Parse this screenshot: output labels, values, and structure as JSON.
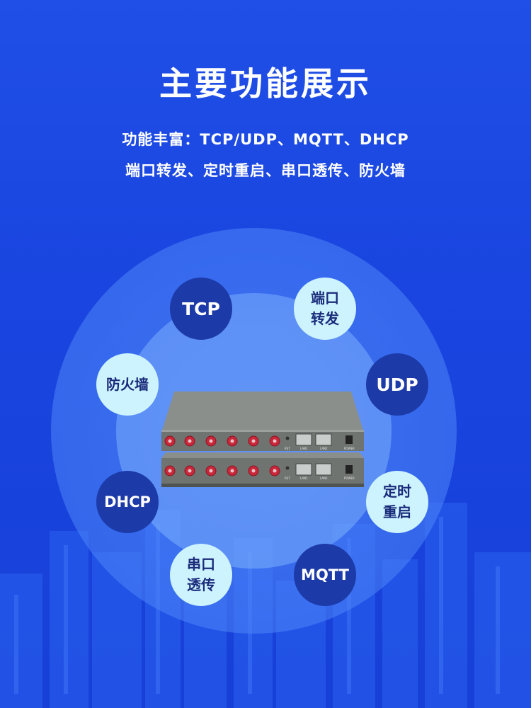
{
  "headline": "主要功能展示",
  "subtitle_line1": "功能丰富：TCP/UDP、MQTT、DHCP",
  "subtitle_line2": "端口转发、定时重启、串口透传、防火墙",
  "bubbles": {
    "tcp": "TCP",
    "port_forward_1": "端口",
    "port_forward_2": "转发",
    "firewall": "防火墙",
    "udp": "UDP",
    "dhcp": "DHCP",
    "timed_restart_1": "定时",
    "timed_restart_2": "重启",
    "serial_1": "串口",
    "serial_2": "透传",
    "mqtt": "MQTT"
  },
  "device": {
    "rst_label": "RST",
    "lan1_label": "LAN1",
    "lan2_label": "LAN2",
    "power_label": "POWER"
  },
  "colors": {
    "background": "#1f4fe6",
    "dark_bubble": "#1c3aa8",
    "light_bubble": "#cdf3ff",
    "antenna_port": "#c8283a"
  }
}
